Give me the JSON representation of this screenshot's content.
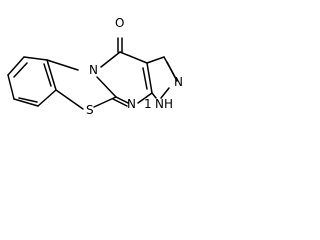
{
  "diagram": {
    "type": "chemical-structure",
    "atoms": {
      "oxygen": "O",
      "sulfur": "S",
      "ring_nitrogen": "N",
      "bridge_nitrogen": "N",
      "pyrazole_n2": "N",
      "pyrazole_nh": "NH",
      "pyrazole_nh_h": "1"
    },
    "colors": {
      "bond": "#000000",
      "text": "#000000",
      "background": "#ffffff"
    }
  }
}
